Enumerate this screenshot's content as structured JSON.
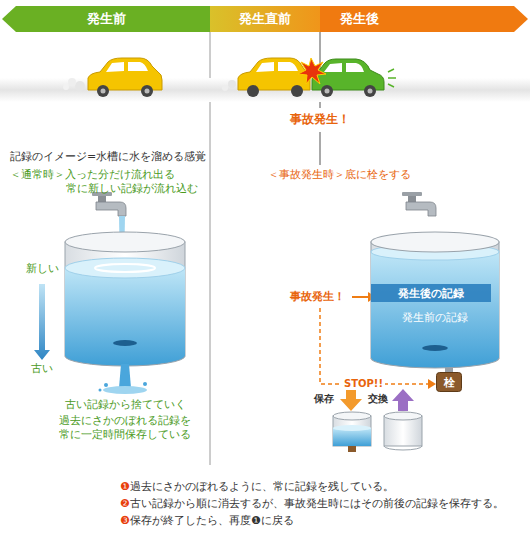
{
  "diagram": {
    "nodes": [
      {
        "text": [
          "発生前"
        ]
      },
      {
        "text": [
          "発生直前"
        ]
      },
      {
        "text": [
          "発生後"
        ]
      },
      {
        "text": [
          "発生前の記録"
        ]
      },
      {
        "text": [
          "発生後の記録"
        ],
        "in": 3
      },
      {
        "text": [
          "栓"
        ]
      }
    ],
    "labels": [
      "事故発生！",
      "記録のイメージ=水槽に水を溜める感覚",
      "＜通常時＞入った分だけ流れ出る",
      "常に新しい記録が流れ込む",
      "新しい",
      "古い",
      "古い記録から捨てていく",
      "過去にさかのぼれる記録を 常に一定時間保存している",
      "＜事故発生時＞底に栓をする",
      "事故発生！",
      "STOP!!",
      "保存",
      "交換",
      "❶過去にさかのぼれるように、常に記録を残している。",
      "❷古い記録から順に消去するが、事故発生時にはその前後の記録を保存する。",
      "❸保存が終了したら、再度❶に戻る"
    ]
  }
}
